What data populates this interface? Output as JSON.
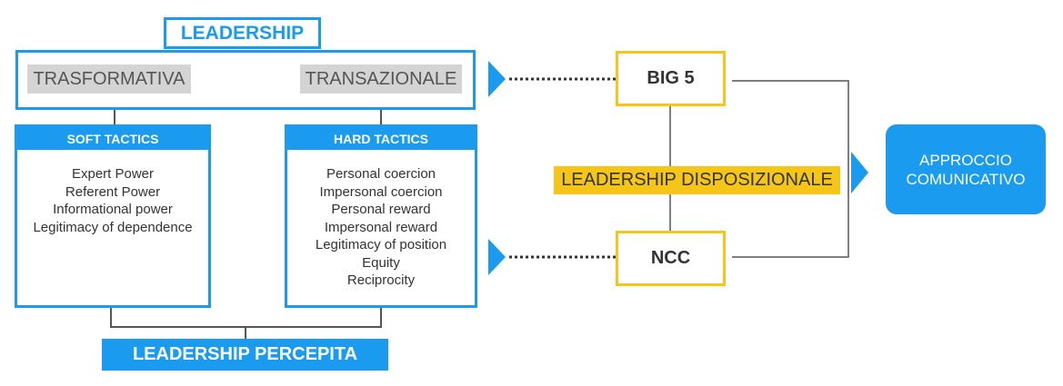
{
  "colors": {
    "blue": "#1a9bf0",
    "yellow": "#f5c518",
    "gray": "#d4d4d4",
    "text": "#333333"
  },
  "leadership": {
    "title": "LEADERSHIP",
    "types": [
      "TRASFORMATIVA",
      "TRANSAZIONALE"
    ]
  },
  "soft_tactics": {
    "title": "SOFT TACTICS",
    "items": [
      "Expert Power",
      "Referent Power",
      "Informational power",
      "Legitimacy of dependence"
    ]
  },
  "hard_tactics": {
    "title": "HARD TACTICS",
    "items": [
      "Personal coercion",
      "Impersonal coercion",
      "Personal reward",
      "Impersonal reward",
      "Legitimacy of position",
      "Equity",
      "Reciprocity"
    ]
  },
  "leadership_percepita": "LEADERSHIP PERCEPITA",
  "big5": "BIG 5",
  "ncc": "NCC",
  "leadership_disposizionale": "LEADERSHIP DISPOSIZIONALE",
  "approccio": {
    "line1": "APPROCCIO",
    "line2": "COMUNICATIVO"
  }
}
